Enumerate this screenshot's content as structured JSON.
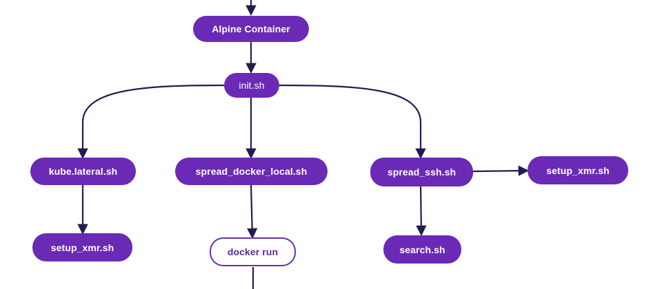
{
  "diagram": {
    "colors": {
      "node_fill": "#6a2ab5",
      "node_text": "#ffffff",
      "outline_text": "#5b2a9c",
      "edge": "#1f1d4f"
    },
    "nodes": {
      "alpine": "Alpine Container",
      "init": "init.sh",
      "kube": "kube.lateral.sh",
      "docker_local": "spread_docker_local.sh",
      "ssh": "spread_ssh.sh",
      "setup_xmr_right": "setup_xmr.sh",
      "setup_xmr_left": "setup_xmr.sh",
      "docker_run": "docker run",
      "search": "search.sh"
    },
    "edges": [
      {
        "from": "top",
        "to": "alpine"
      },
      {
        "from": "alpine",
        "to": "init"
      },
      {
        "from": "init",
        "to": "kube"
      },
      {
        "from": "init",
        "to": "docker_local"
      },
      {
        "from": "init",
        "to": "ssh"
      },
      {
        "from": "ssh",
        "to": "setup_xmr_right"
      },
      {
        "from": "kube",
        "to": "setup_xmr_left"
      },
      {
        "from": "docker_local",
        "to": "docker_run"
      },
      {
        "from": "ssh",
        "to": "search"
      },
      {
        "from": "docker_run",
        "to": "bottom"
      }
    ]
  }
}
